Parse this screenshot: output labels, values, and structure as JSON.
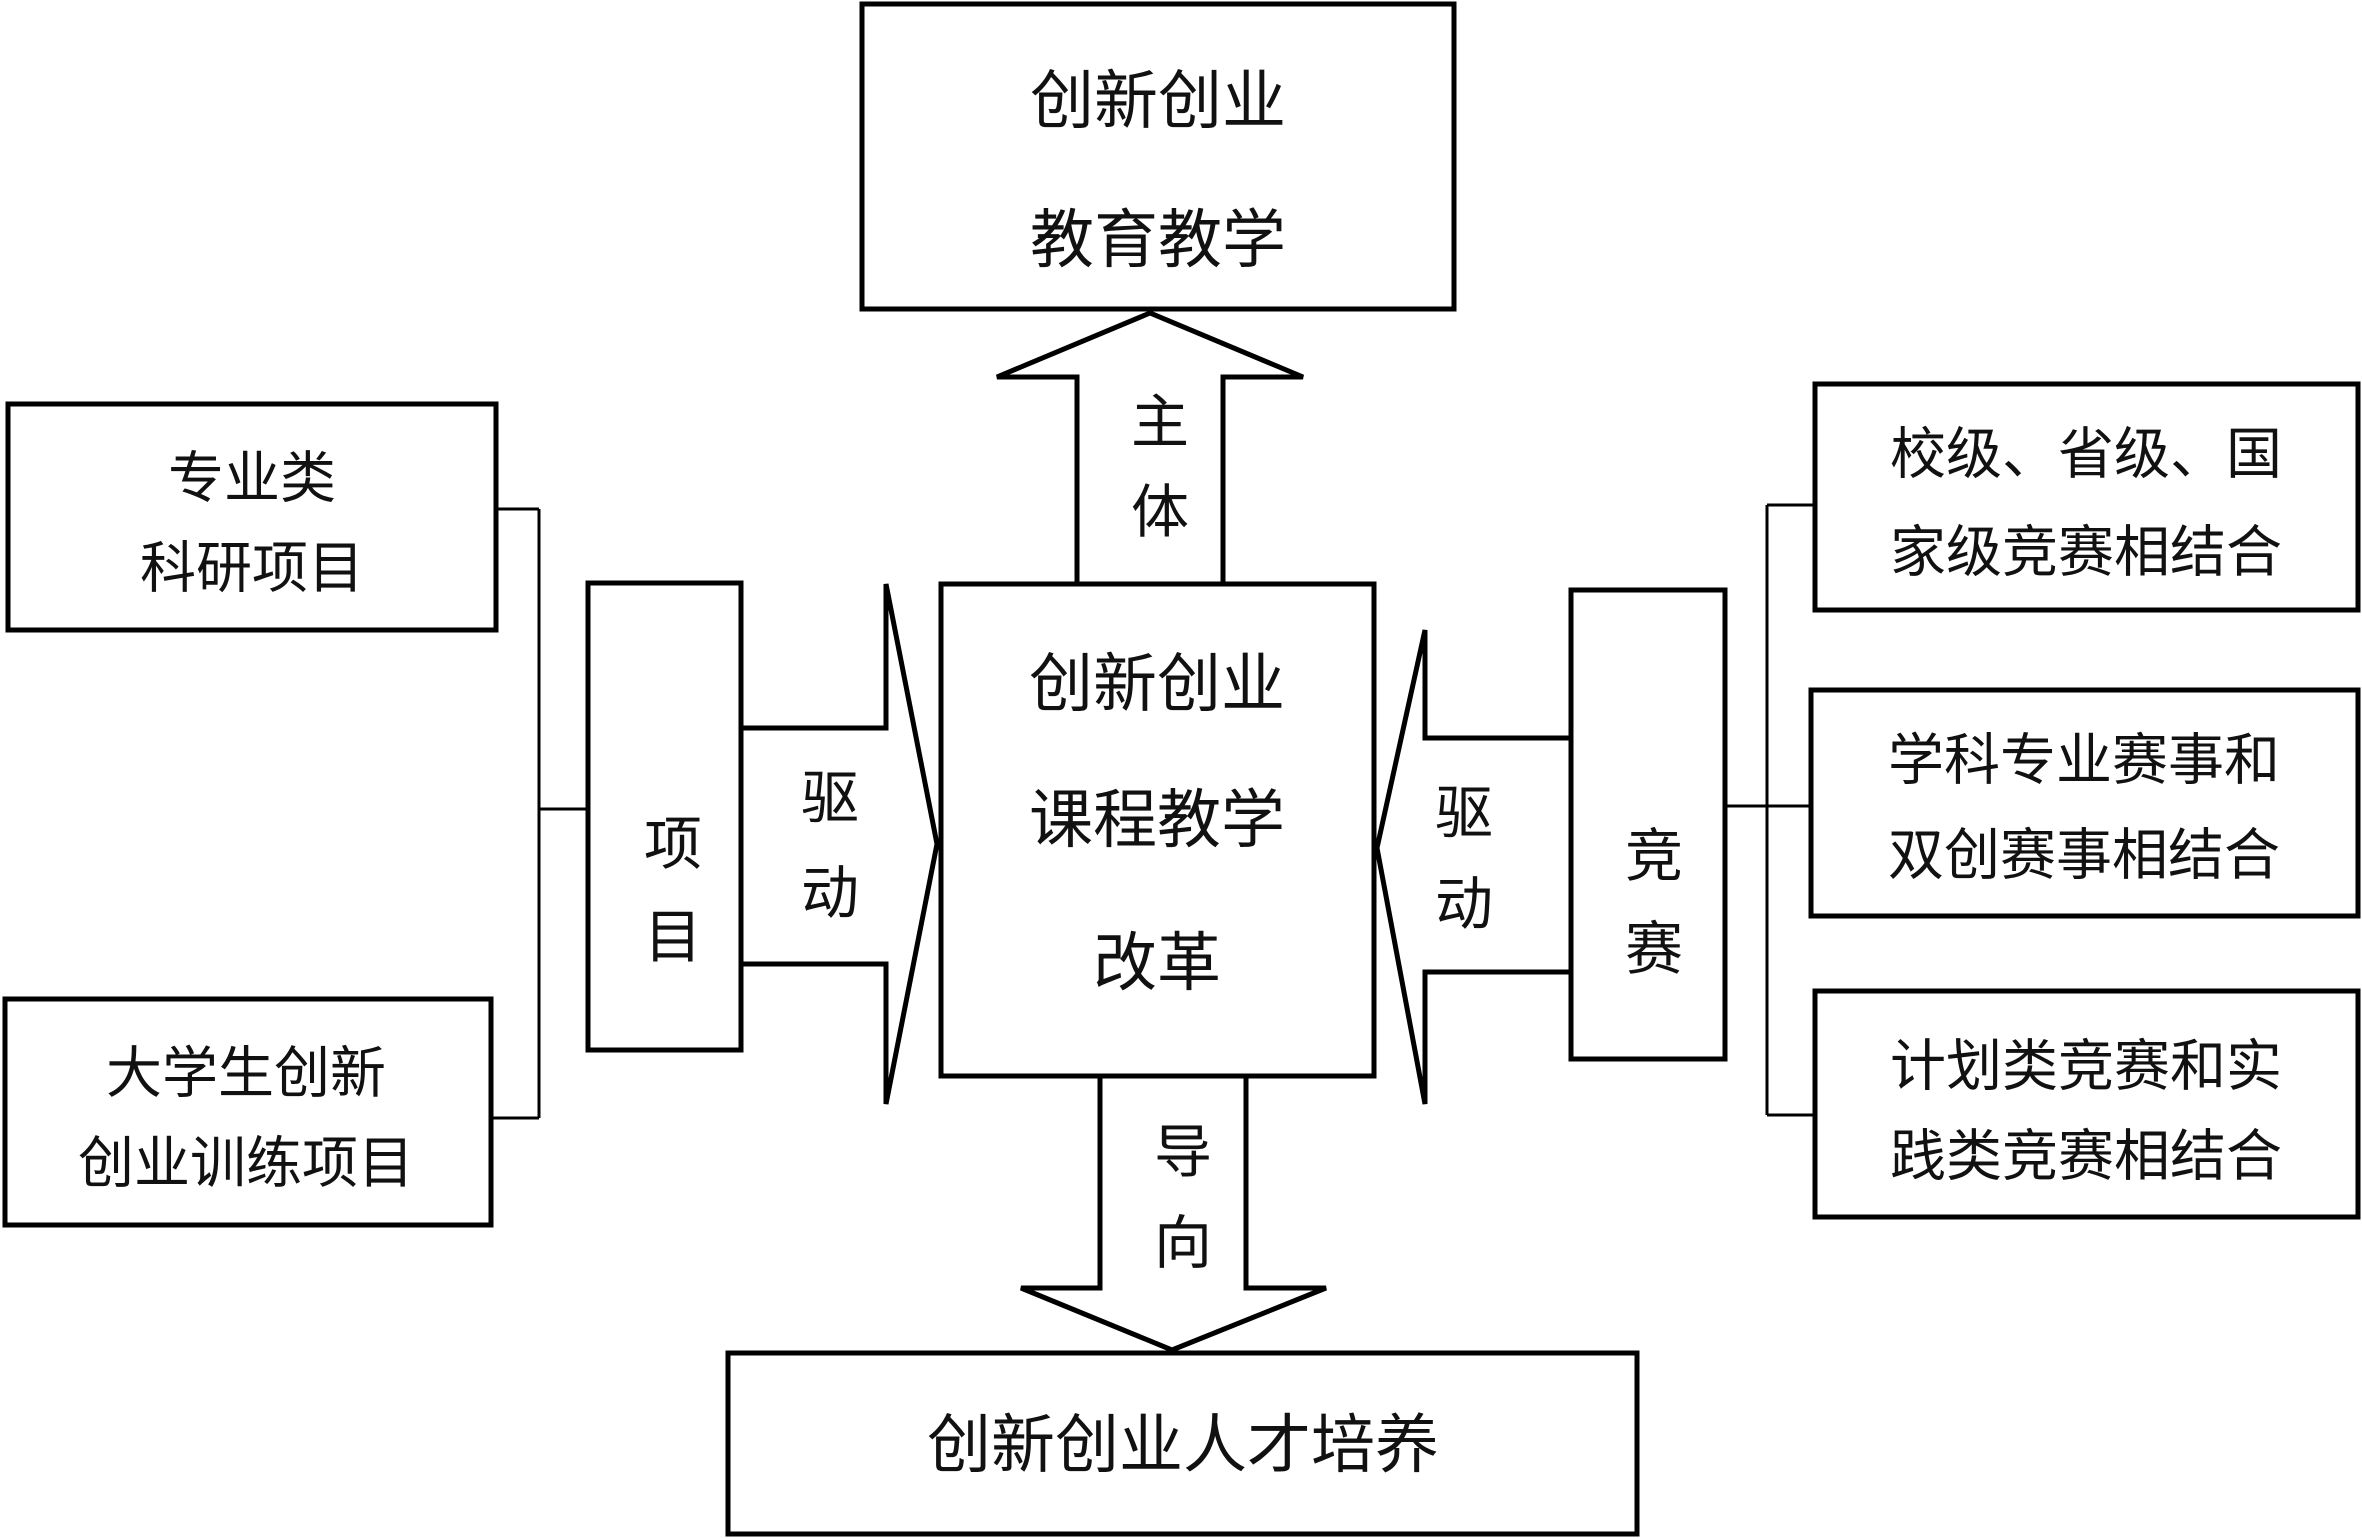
{
  "diagram": {
    "top_box": {
      "lines": [
        "创新创业",
        "教育教学"
      ]
    },
    "up_arrow": {
      "label": [
        "主",
        "体"
      ]
    },
    "center_box": {
      "lines": [
        "创新创业",
        "课程教学",
        "改革"
      ]
    },
    "down_arrow": {
      "label": [
        "导",
        "向"
      ]
    },
    "bottom_box": {
      "lines": [
        "创新创业人才培养"
      ]
    },
    "left_hub": {
      "label": [
        "项",
        "目"
      ]
    },
    "left_arrow": {
      "label": [
        "驱",
        "动"
      ]
    },
    "left_items": [
      {
        "lines": [
          "专业类",
          "科研项目"
        ]
      },
      {
        "lines": [
          "大学生创新",
          "创业训练项目"
        ]
      }
    ],
    "right_hub": {
      "label": [
        "竞",
        "赛"
      ]
    },
    "right_arrow": {
      "label": [
        "驱",
        "动"
      ]
    },
    "right_items": [
      {
        "lines": [
          "校级、省级、国",
          "家级竞赛相结合"
        ]
      },
      {
        "lines": [
          "学科专业赛事和",
          "双创赛事相结合"
        ]
      },
      {
        "lines": [
          "计划类竞赛和实",
          "践类竞赛相结合"
        ]
      }
    ]
  }
}
